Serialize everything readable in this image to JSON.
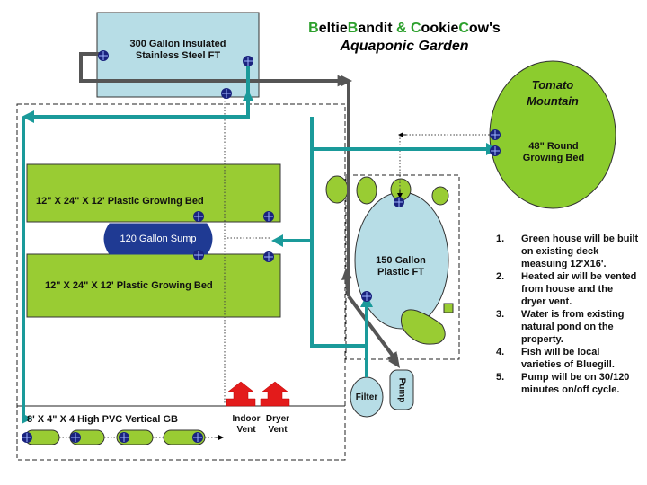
{
  "title": {
    "part1": "Beltie",
    "part1_initial": "B",
    "part2": "Bandit",
    "part2_initial": "B",
    "amp": " & ",
    "part3": "Cookie",
    "part3_initial": "C",
    "part4": "Cow's",
    "part4_initial": "C",
    "subtitle": "Aquaponic Garden"
  },
  "labels": {
    "insulated_tank": [
      "300 Gallon Insulated",
      "Stainless Steel FT"
    ],
    "tomato_mountain": [
      "Tomato",
      "Mountain"
    ],
    "round_bed": [
      "48\" Round",
      "Growing Bed"
    ],
    "bed_top": "12\" X 24\" X 12' Plastic Growing Bed",
    "sump": "120 Gallon Sump",
    "bed_bottom": "12\" X 24\" X 12' Plastic Growing Bed",
    "plastic_tank": [
      "150 Gallon",
      "Plastic FT"
    ],
    "pvc_bed": "8' X 4\" X 4 High PVC Vertical GB",
    "indoor_vent": [
      "Indoor",
      "Vent"
    ],
    "dryer_vent": [
      "Dryer",
      "Vent"
    ],
    "filter": "Filter",
    "pump": "Pump"
  },
  "notes": [
    {
      "num": "1.",
      "text": "Green house will be built on existing deck measuing 12'X16'."
    },
    {
      "num": "2.",
      "text": "Heated air will be vented from house and the dryer vent."
    },
    {
      "num": "3.",
      "text": "Water is from existing natural pond on the property."
    },
    {
      "num": "4.",
      "text": "Fish will be local varieties of Bluegill."
    },
    {
      "num": "5.",
      "text": "Pump will be on 30/120 minutes on/off cycle."
    }
  ],
  "colors": {
    "title_green": "#2ca02c",
    "bed_green": "#99cc33",
    "tank_blue": "#b7dde6",
    "sump_navy": "#1f3a93",
    "pipe_teal": "#1a9a9a",
    "pipe_gray": "#555555",
    "vent_red": "#e31b1b",
    "fitting_navy": "#1a237e",
    "tomato_green": "#8ccc2e"
  }
}
